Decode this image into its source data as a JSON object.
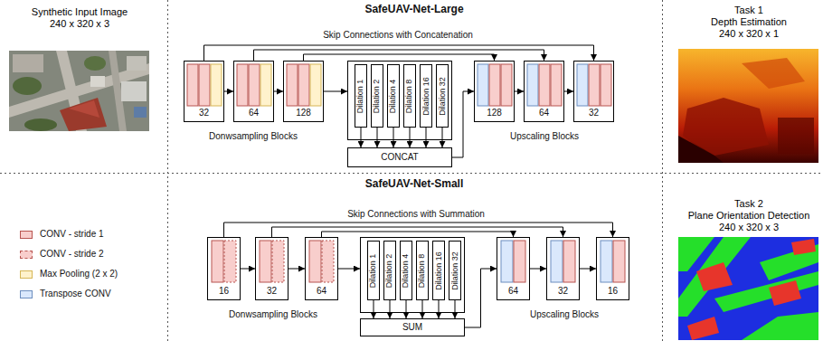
{
  "diagram": {
    "nodes": [
      {
        "text": [
          "Synthetic Input Image",
          "240 x 320 x 3"
        ]
      },
      {
        "text": [
          "32"
        ]
      },
      {
        "text": [
          "64"
        ]
      },
      {
        "text": [
          "128"
        ]
      },
      {
        "text": []
      },
      {
        "text": [
          "Dilation 1"
        ],
        "in": 4
      },
      {
        "text": [
          "Dilation 2"
        ],
        "in": 4
      },
      {
        "text": [
          "Dilation 4"
        ],
        "in": 4
      },
      {
        "text": [
          "Dilation 8"
        ],
        "in": 4
      },
      {
        "text": [
          "Dilation 16"
        ],
        "in": 4
      },
      {
        "text": [
          "Dilation 32"
        ],
        "in": 4
      },
      {
        "text": [
          "CONCAT"
        ]
      },
      {
        "text": [
          "128"
        ]
      },
      {
        "text": [
          "64"
        ]
      },
      {
        "text": [
          "32"
        ]
      },
      {
        "text": [
          "Task 1",
          "Depth Estimation",
          "240 x 320 x 1"
        ]
      },
      {
        "text": [
          "16"
        ]
      },
      {
        "text": [
          "32"
        ]
      },
      {
        "text": [
          "64"
        ]
      },
      {
        "text": []
      },
      {
        "text": [
          "Dilation 1"
        ],
        "in": 19
      },
      {
        "text": [
          "Dilation 2"
        ],
        "in": 19
      },
      {
        "text": [
          "Dilation 4"
        ],
        "in": 19
      },
      {
        "text": [
          "Dilation 8"
        ],
        "in": 19
      },
      {
        "text": [
          "Dilation 16"
        ],
        "in": 19
      },
      {
        "text": [
          "Dilation 32"
        ],
        "in": 19
      },
      {
        "text": [
          "SUM"
        ]
      },
      {
        "text": [
          "64"
        ]
      },
      {
        "text": [
          "32"
        ]
      },
      {
        "text": [
          "16"
        ]
      },
      {
        "text": [
          "Task 2",
          "Plane Orientation Detection",
          "240 x 320 x 3"
        ]
      }
    ],
    "edges": [
      {
        "from": 1,
        "to": 2,
        "arrow": "to"
      },
      {
        "from": 2,
        "to": 3,
        "arrow": "to"
      },
      {
        "from": 3,
        "to": 4,
        "arrow": "to"
      },
      {
        "from": 5,
        "to": 11,
        "arrow": "to"
      },
      {
        "from": 6,
        "to": 11,
        "arrow": "to"
      },
      {
        "from": 7,
        "to": 11,
        "arrow": "to"
      },
      {
        "from": 8,
        "to": 11,
        "arrow": "to"
      },
      {
        "from": 9,
        "to": 11,
        "arrow": "to"
      },
      {
        "from": 10,
        "to": 11,
        "arrow": "to"
      },
      {
        "from": 11,
        "to": 12,
        "arrow": "to"
      },
      {
        "from": 12,
        "to": 13,
        "arrow": "to"
      },
      {
        "from": 13,
        "to": 14,
        "arrow": "to"
      },
      {
        "from": 1,
        "to": 14,
        "arrow": "to"
      },
      {
        "from": 2,
        "to": 13,
        "arrow": "to"
      },
      {
        "from": 3,
        "to": 12,
        "arrow": "to"
      },
      {
        "from": 16,
        "to": 17,
        "arrow": "to"
      },
      {
        "from": 17,
        "to": 18,
        "arrow": "to"
      },
      {
        "from": 18,
        "to": 19,
        "arrow": "to"
      },
      {
        "from": 20,
        "to": 26,
        "arrow": "to"
      },
      {
        "from": 21,
        "to": 26,
        "arrow": "to"
      },
      {
        "from": 22,
        "to": 26,
        "arrow": "to"
      },
      {
        "from": 23,
        "to": 26,
        "arrow": "to"
      },
      {
        "from": 24,
        "to": 26,
        "arrow": "to"
      },
      {
        "from": 25,
        "to": 26,
        "arrow": "to"
      },
      {
        "from": 26,
        "to": 27,
        "arrow": "to"
      },
      {
        "from": 27,
        "to": 28,
        "arrow": "to"
      },
      {
        "from": 28,
        "to": 29,
        "arrow": "to"
      },
      {
        "from": 16,
        "to": 29,
        "arrow": "to"
      },
      {
        "from": 17,
        "to": 28,
        "arrow": "to"
      },
      {
        "from": 18,
        "to": 27,
        "arrow": "to"
      }
    ],
    "labels": [
      "SafeUAV-Net-Large",
      "Skip Connections with Concatenation",
      "Donwsampling Blocks",
      "Upscaling Blocks",
      "SafeUAV-Net-Small",
      "Skip Connections with Summation",
      "Donwsampling Blocks",
      "Upscaling Blocks"
    ],
    "legend": [
      {
        "text": "CONV - stride 1",
        "color": "#f8cecc"
      },
      {
        "text": "CONV - stride 2",
        "color": "#f8cecc"
      },
      {
        "text": "Max Pooling (2 x 2)",
        "color": "#fff2cc"
      },
      {
        "text": "Transpose CONV",
        "color": "#dae8fc"
      }
    ]
  }
}
